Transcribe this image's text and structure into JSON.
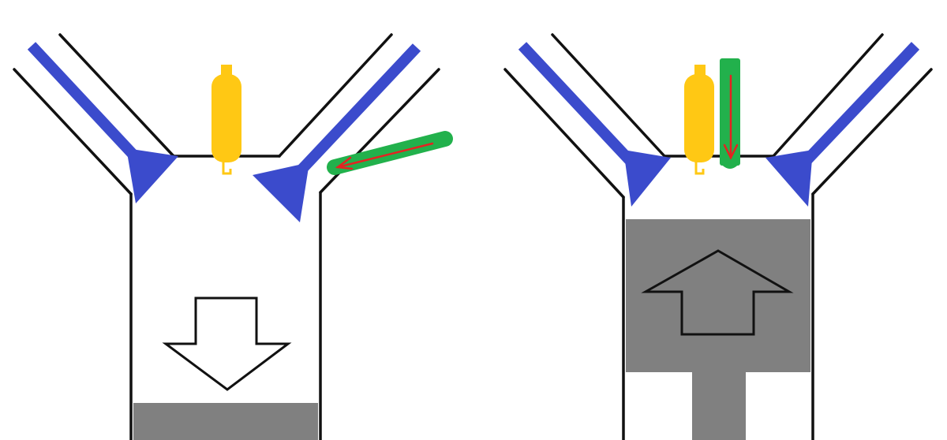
{
  "diagram": {
    "panels": [
      {
        "id": "intake",
        "piston_motion": "down",
        "injector_location": "intake-port"
      },
      {
        "id": "compression",
        "piston_motion": "up",
        "injector_location": "cylinder-head"
      }
    ],
    "colors": {
      "background": "#ffffff",
      "outline": "#111111",
      "valve": "#3b4bcc",
      "spark_plug": "#ffc814",
      "injector": "#22b14c",
      "spray_arrow": "#e52222",
      "piston": "#808080"
    }
  }
}
